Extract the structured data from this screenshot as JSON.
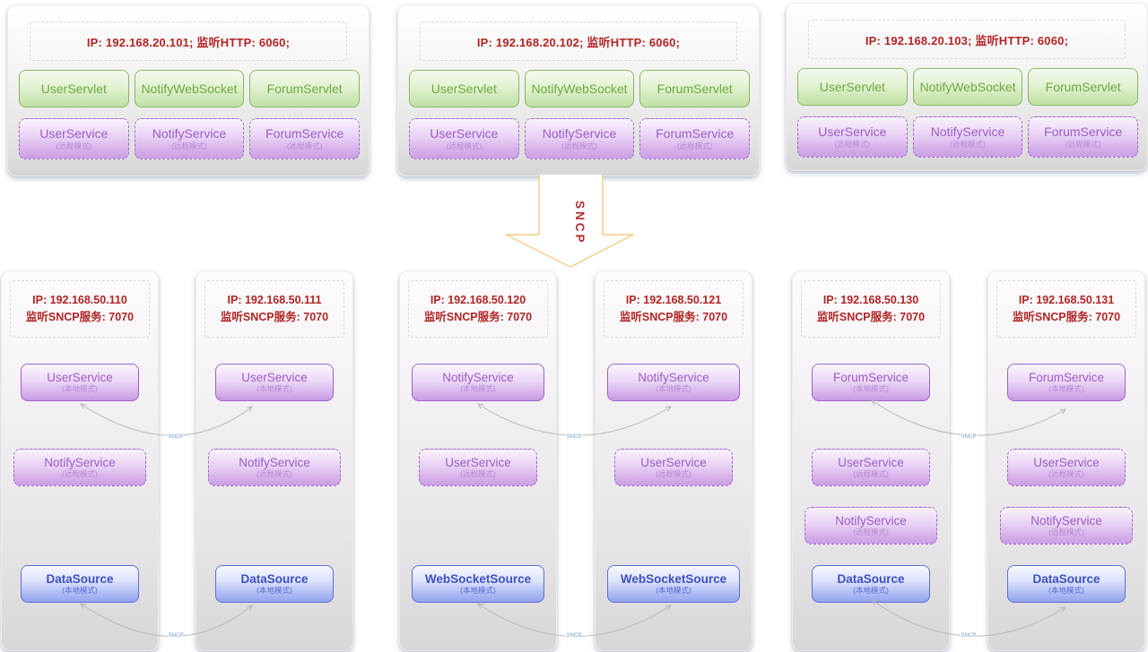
{
  "app_nodes": [
    {
      "ip": "IP: 192.168.20.101;  监听HTTP: 6060;",
      "servlets": [
        "UserServlet",
        "NotifyWebSocket",
        "ForumServlet"
      ],
      "services": [
        {
          "name": "UserService",
          "mode": "(远程模式)"
        },
        {
          "name": "NotifyService",
          "mode": "(远程模式)"
        },
        {
          "name": "ForumService",
          "mode": "(远程模式)"
        }
      ]
    },
    {
      "ip": "IP: 192.168.20.102;  监听HTTP: 6060;",
      "servlets": [
        "UserServlet",
        "NotifyWebSocket",
        "ForumServlet"
      ],
      "services": [
        {
          "name": "UserService",
          "mode": "(远程模式)"
        },
        {
          "name": "NotifyService",
          "mode": "(远程模式)"
        },
        {
          "name": "ForumService",
          "mode": "(远程模式)"
        }
      ]
    },
    {
      "ip": "IP: 192.168.20.103;  监听HTTP: 6060;",
      "servlets": [
        "UserServlet",
        "NotifyWebSocket",
        "ForumServlet"
      ],
      "services": [
        {
          "name": "UserService",
          "mode": "(远程模式)"
        },
        {
          "name": "NotifyService",
          "mode": "(远程模式)"
        },
        {
          "name": "ForumService",
          "mode": "(远程模式)"
        }
      ]
    }
  ],
  "sncp_arrow_label": "SNCP",
  "connector_label": "SNCP",
  "service_nodes": [
    {
      "ip_line1": "IP: 192.168.50.110",
      "ip_line2": "监听SNCP服务: 7070",
      "services": [
        {
          "name": "UserService",
          "mode": "(本地模式)",
          "type": "local"
        },
        {
          "name": "NotifyService",
          "mode": "(远程模式)",
          "type": "remote"
        },
        {
          "name": "DataSource",
          "mode": "(本地模式)",
          "type": "source"
        }
      ]
    },
    {
      "ip_line1": "IP: 192.168.50.111",
      "ip_line2": "监听SNCP服务: 7070",
      "services": [
        {
          "name": "UserService",
          "mode": "(本地模式)",
          "type": "local"
        },
        {
          "name": "NotifyService",
          "mode": "(远程模式)",
          "type": "remote"
        },
        {
          "name": "DataSource",
          "mode": "(本地模式)",
          "type": "source"
        }
      ]
    },
    {
      "ip_line1": "IP: 192.168.50.120",
      "ip_line2": "监听SNCP服务: 7070",
      "services": [
        {
          "name": "NotifyService",
          "mode": "(本地模式)",
          "type": "local"
        },
        {
          "name": "UserService",
          "mode": "(远程模式)",
          "type": "remote"
        },
        {
          "name": "WebSocketSource",
          "mode": "(本地模式)",
          "type": "source"
        }
      ]
    },
    {
      "ip_line1": "IP: 192.168.50.121",
      "ip_line2": "监听SNCP服务: 7070",
      "services": [
        {
          "name": "NotifyService",
          "mode": "(本地模式)",
          "type": "local"
        },
        {
          "name": "UserService",
          "mode": "(远程模式)",
          "type": "remote"
        },
        {
          "name": "WebSocketSource",
          "mode": "(本地模式)",
          "type": "source"
        }
      ]
    },
    {
      "ip_line1": "IP: 192.168.50.130",
      "ip_line2": "监听SNCP服务: 7070",
      "services": [
        {
          "name": "ForumService",
          "mode": "(本地模式)",
          "type": "local"
        },
        {
          "name": "UserService",
          "mode": "(远程模式)",
          "type": "remote"
        },
        {
          "name": "NotifyService",
          "mode": "(远程模式)",
          "type": "remote"
        },
        {
          "name": "DataSource",
          "mode": "(本地模式)",
          "type": "source"
        }
      ]
    },
    {
      "ip_line1": "IP: 192.168.50.131",
      "ip_line2": "监听SNCP服务: 7070",
      "services": [
        {
          "name": "ForumService",
          "mode": "(本地模式)",
          "type": "local"
        },
        {
          "name": "UserService",
          "mode": "(远程模式)",
          "type": "remote"
        },
        {
          "name": "NotifyService",
          "mode": "(远程模式)",
          "type": "remote"
        },
        {
          "name": "DataSource",
          "mode": "(本地模式)",
          "type": "source"
        }
      ]
    }
  ],
  "colors": {
    "accent_red": "#b22424",
    "green_border": "#85b95d",
    "purple_border": "#a266ca",
    "blue_border": "#5e6fd6",
    "arrow_gold": "#f1cd84",
    "connector_gray": "#b6b6be"
  }
}
